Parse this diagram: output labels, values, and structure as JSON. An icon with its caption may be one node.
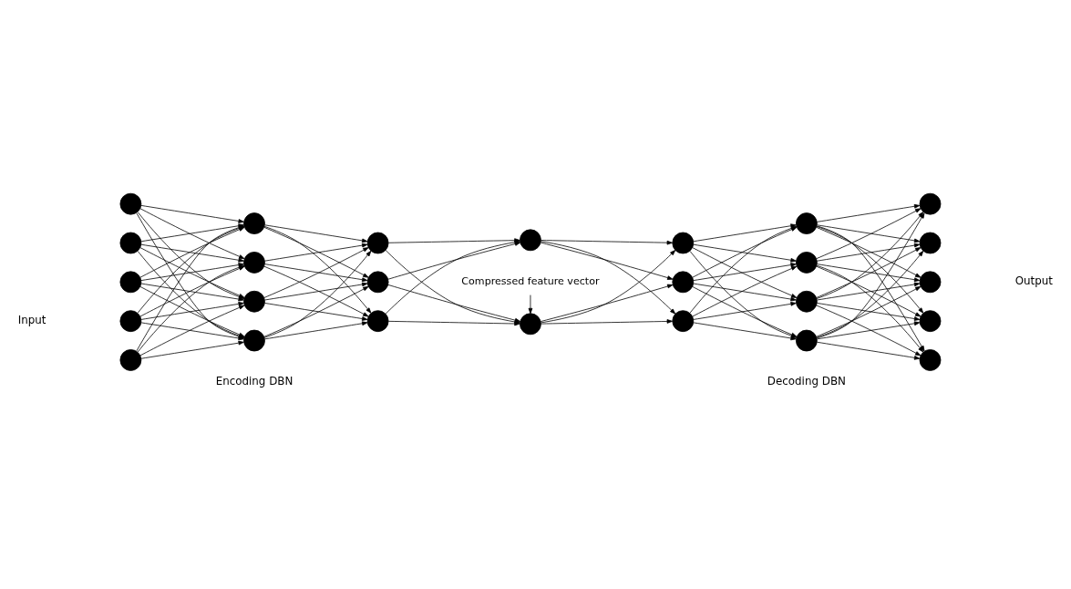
{
  "diagram": {
    "nodes": [
      {
        "text": [],
        "shape": "circle"
      },
      {
        "text": [],
        "shape": "circle"
      },
      {
        "text": [],
        "shape": "circle"
      },
      {
        "text": [],
        "shape": "circle"
      },
      {
        "text": [],
        "shape": "circle"
      },
      {
        "text": [],
        "shape": "circle"
      },
      {
        "text": [],
        "shape": "circle"
      },
      {
        "text": [],
        "shape": "circle"
      },
      {
        "text": [],
        "shape": "circle"
      },
      {
        "text": [],
        "shape": "circle"
      },
      {
        "text": [],
        "shape": "circle"
      },
      {
        "text": [],
        "shape": "circle"
      },
      {
        "text": [],
        "shape": "circle"
      },
      {
        "text": [],
        "shape": "circle"
      },
      {
        "text": [],
        "shape": "circle"
      },
      {
        "text": [],
        "shape": "circle"
      },
      {
        "text": [],
        "shape": "circle"
      },
      {
        "text": [],
        "shape": "circle"
      },
      {
        "text": [],
        "shape": "circle"
      },
      {
        "text": [],
        "shape": "circle"
      },
      {
        "text": [],
        "shape": "circle"
      },
      {
        "text": [],
        "shape": "circle"
      },
      {
        "text": [],
        "shape": "circle"
      },
      {
        "text": [],
        "shape": "circle"
      },
      {
        "text": [],
        "shape": "circle"
      },
      {
        "text": [],
        "shape": "circle"
      },
      {
        "text": [
          "Compressed feature vector"
        ]
      }
    ],
    "edges": [
      {
        "from": 0,
        "to": 5,
        "arrow": "to"
      },
      {
        "from": 0,
        "to": 6,
        "arrow": "to"
      },
      {
        "from": 0,
        "to": 7,
        "arrow": "to"
      },
      {
        "from": 0,
        "to": 8,
        "arrow": "to"
      },
      {
        "from": 1,
        "to": 5,
        "arrow": "to"
      },
      {
        "from": 1,
        "to": 6,
        "arrow": "to"
      },
      {
        "from": 1,
        "to": 7,
        "arrow": "to"
      },
      {
        "from": 1,
        "to": 8,
        "arrow": "to"
      },
      {
        "from": 2,
        "to": 5,
        "arrow": "to"
      },
      {
        "from": 2,
        "to": 6,
        "arrow": "to"
      },
      {
        "from": 2,
        "to": 7,
        "arrow": "to"
      },
      {
        "from": 2,
        "to": 8,
        "arrow": "to"
      },
      {
        "from": 3,
        "to": 5,
        "arrow": "to"
      },
      {
        "from": 3,
        "to": 6,
        "arrow": "to"
      },
      {
        "from": 3,
        "to": 7,
        "arrow": "to"
      },
      {
        "from": 3,
        "to": 8,
        "arrow": "to"
      },
      {
        "from": 4,
        "to": 5,
        "arrow": "to"
      },
      {
        "from": 4,
        "to": 6,
        "arrow": "to"
      },
      {
        "from": 4,
        "to": 7,
        "arrow": "to"
      },
      {
        "from": 4,
        "to": 8,
        "arrow": "to"
      },
      {
        "from": 5,
        "to": 9,
        "arrow": "to"
      },
      {
        "from": 5,
        "to": 10,
        "arrow": "to"
      },
      {
        "from": 5,
        "to": 11,
        "arrow": "to"
      },
      {
        "from": 6,
        "to": 9,
        "arrow": "to"
      },
      {
        "from": 6,
        "to": 10,
        "arrow": "to"
      },
      {
        "from": 6,
        "to": 11,
        "arrow": "to"
      },
      {
        "from": 7,
        "to": 9,
        "arrow": "to"
      },
      {
        "from": 7,
        "to": 10,
        "arrow": "to"
      },
      {
        "from": 7,
        "to": 11,
        "arrow": "to"
      },
      {
        "from": 8,
        "to": 9,
        "arrow": "to"
      },
      {
        "from": 8,
        "to": 10,
        "arrow": "to"
      },
      {
        "from": 8,
        "to": 11,
        "arrow": "to"
      },
      {
        "from": 9,
        "to": 12,
        "arrow": "to"
      },
      {
        "from": 9,
        "to": 13,
        "arrow": "to"
      },
      {
        "from": 10,
        "to": 12,
        "arrow": "to"
      },
      {
        "from": 10,
        "to": 13,
        "arrow": "to"
      },
      {
        "from": 11,
        "to": 12,
        "arrow": "to"
      },
      {
        "from": 11,
        "to": 13,
        "arrow": "to"
      },
      {
        "from": 12,
        "to": 14,
        "arrow": "to"
      },
      {
        "from": 12,
        "to": 15,
        "arrow": "to"
      },
      {
        "from": 12,
        "to": 16,
        "arrow": "to"
      },
      {
        "from": 13,
        "to": 14,
        "arrow": "to"
      },
      {
        "from": 13,
        "to": 15,
        "arrow": "to"
      },
      {
        "from": 13,
        "to": 16,
        "arrow": "to"
      },
      {
        "from": 14,
        "to": 17,
        "arrow": "to"
      },
      {
        "from": 14,
        "to": 18,
        "arrow": "to"
      },
      {
        "from": 14,
        "to": 19,
        "arrow": "to"
      },
      {
        "from": 14,
        "to": 20,
        "arrow": "to"
      },
      {
        "from": 15,
        "to": 17,
        "arrow": "to"
      },
      {
        "from": 15,
        "to": 18,
        "arrow": "to"
      },
      {
        "from": 15,
        "to": 19,
        "arrow": "to"
      },
      {
        "from": 15,
        "to": 20,
        "arrow": "to"
      },
      {
        "from": 16,
        "to": 17,
        "arrow": "to"
      },
      {
        "from": 16,
        "to": 18,
        "arrow": "to"
      },
      {
        "from": 16,
        "to": 19,
        "arrow": "to"
      },
      {
        "from": 16,
        "to": 20,
        "arrow": "to"
      },
      {
        "from": 17,
        "to": 21,
        "arrow": "to"
      },
      {
        "from": 17,
        "to": 22,
        "arrow": "to"
      },
      {
        "from": 17,
        "to": 23,
        "arrow": "to"
      },
      {
        "from": 17,
        "to": 24,
        "arrow": "to"
      },
      {
        "from": 17,
        "to": 25,
        "arrow": "to"
      },
      {
        "from": 18,
        "to": 21,
        "arrow": "to"
      },
      {
        "from": 18,
        "to": 22,
        "arrow": "to"
      },
      {
        "from": 18,
        "to": 23,
        "arrow": "to"
      },
      {
        "from": 18,
        "to": 24,
        "arrow": "to"
      },
      {
        "from": 18,
        "to": 25,
        "arrow": "to"
      },
      {
        "from": 19,
        "to": 21,
        "arrow": "to"
      },
      {
        "from": 19,
        "to": 22,
        "arrow": "to"
      },
      {
        "from": 19,
        "to": 23,
        "arrow": "to"
      },
      {
        "from": 19,
        "to": 24,
        "arrow": "to"
      },
      {
        "from": 19,
        "to": 25,
        "arrow": "to"
      },
      {
        "from": 20,
        "to": 21,
        "arrow": "to"
      },
      {
        "from": 20,
        "to": 22,
        "arrow": "to"
      },
      {
        "from": 20,
        "to": 23,
        "arrow": "to"
      },
      {
        "from": 20,
        "to": 24,
        "arrow": "to"
      },
      {
        "from": 20,
        "to": 25,
        "arrow": "to"
      },
      {
        "from": 26,
        "to": 13,
        "arrow": "to"
      }
    ],
    "labels": [
      "Input",
      "Output",
      "Encoding DBN",
      "Decoding DBN"
    ]
  }
}
